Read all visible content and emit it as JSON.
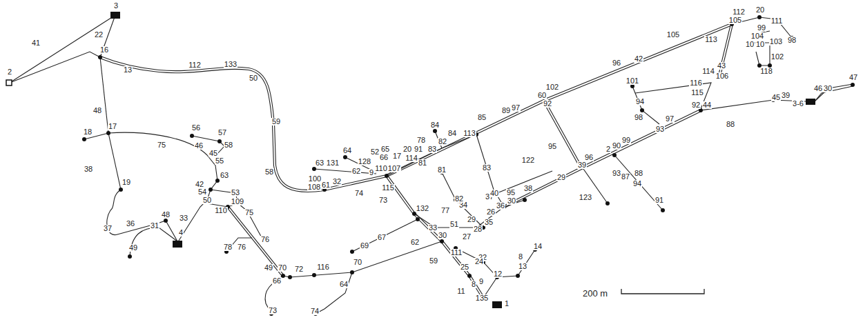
{
  "diagram": {
    "labels": [
      "3",
      "2",
      "41",
      "22",
      "16",
      "13",
      "112",
      "133",
      "50",
      "59",
      "58",
      "48",
      "17",
      "18",
      "75",
      "38",
      "19",
      "37",
      "36",
      "31",
      "48",
      "49",
      "4",
      "33",
      "56",
      "57",
      "58",
      "46",
      "45",
      "55",
      "63",
      "42",
      "54",
      "50",
      "53",
      "109",
      "110",
      "75",
      "76",
      "76",
      "78",
      "49",
      "70",
      "66",
      "73",
      "72",
      "116",
      "70",
      "64",
      "74",
      "69",
      "67",
      "62",
      "59",
      "111",
      "22",
      "12",
      "13",
      "8",
      "14",
      "1",
      "135",
      "11",
      "25",
      "24",
      "9",
      "8",
      "73",
      "74",
      "115",
      "132",
      "33",
      "30",
      "51",
      "29",
      "27",
      "28",
      "35",
      "26",
      "36",
      "37",
      "95",
      "38",
      "77",
      "34",
      "82",
      "81",
      "81",
      "83",
      "78",
      "84",
      "82",
      "84",
      "113",
      "85",
      "89",
      "97",
      "60",
      "92",
      "102",
      "96",
      "42",
      "105",
      "113",
      "43",
      "114",
      "106",
      "101",
      "116",
      "115",
      "94",
      "98",
      "93",
      "97",
      "92",
      "44",
      "88",
      "45",
      "39",
      "3-6",
      "46",
      "30",
      "47",
      "20",
      "111",
      "98",
      "112",
      "105",
      "99",
      "104",
      "10",
      "10",
      "103",
      "102",
      "118",
      "83",
      "122",
      "95",
      "40",
      "30",
      "29",
      "123",
      "39",
      "96",
      "2",
      "90",
      "99",
      "93",
      "87",
      "88",
      "94",
      "91",
      "63",
      "131",
      "64",
      "128",
      "62",
      "9",
      "110",
      "107",
      "52",
      "65",
      "66",
      "17",
      "20",
      "91",
      "114",
      "32",
      "61",
      "108",
      "100",
      "200 m"
    ]
  }
}
